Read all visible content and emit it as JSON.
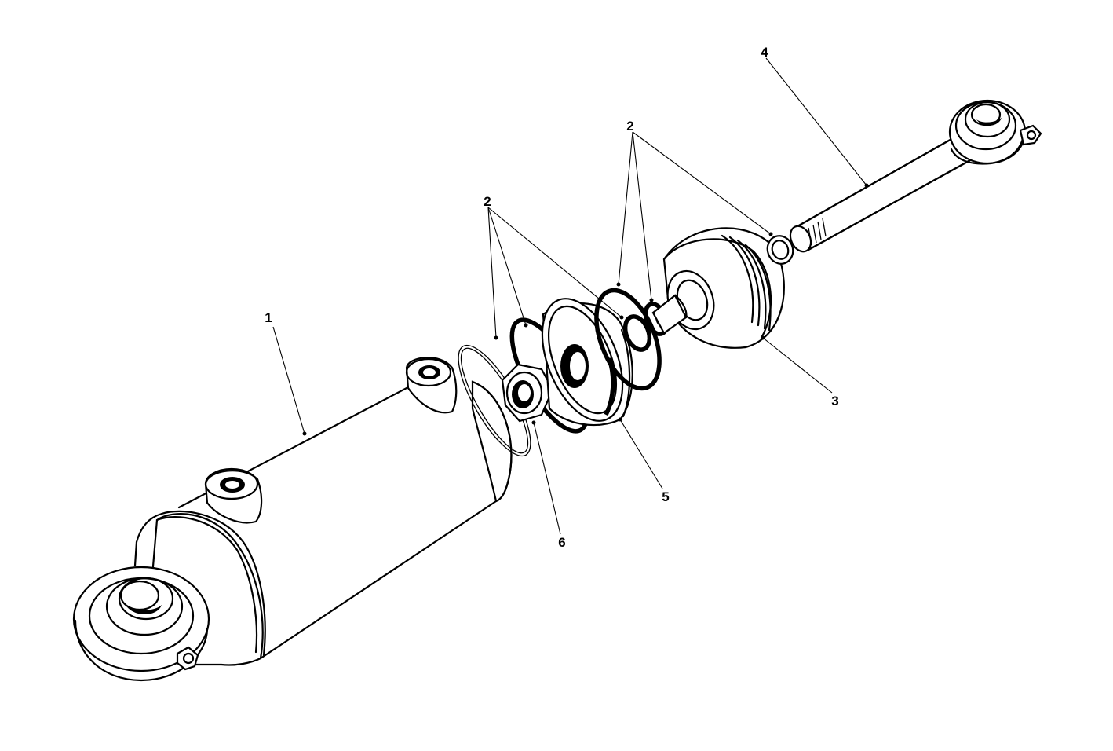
{
  "callouts": {
    "c1": "1",
    "c2a": "2",
    "c2b": "2",
    "c3": "3",
    "c4": "4",
    "c5": "5",
    "c6": "6"
  }
}
